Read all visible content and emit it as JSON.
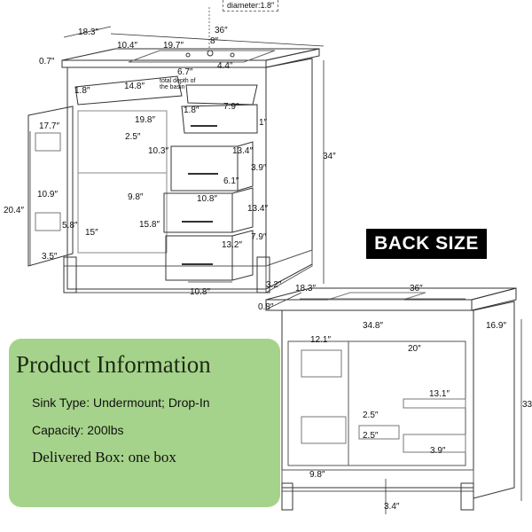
{
  "top_note": "diameter:1.8″",
  "front_dims": {
    "d_18_3": "18.3″",
    "d_36": "36″",
    "d_8": "8″",
    "d_10_4": "10.4″",
    "d_19_7": "19.7″",
    "d_0_7": "0.7″",
    "d_6_7": "6.7″",
    "d_4_4": "4.4″",
    "basin_note": "total depth of the basin",
    "d_1_8a": "1.8″",
    "d_14_8": "14.8″",
    "d_1_8b": "1.8″",
    "d_7_9a": "7.9″",
    "d_1": "1″",
    "d_19_8": "19.8″",
    "d_17_7": "17.7″",
    "d_2_5": "2.5″",
    "d_10_3": "10.3″",
    "d_13_4a": "13.4″",
    "d_3_9": "3.9″",
    "d_34": "34″",
    "d_6_1": "6.1″",
    "d_10_8a": "10.8″",
    "d_10_9": "10.9″",
    "d_9_8a": "9.8″",
    "d_20_4": "20.4″",
    "d_15_8": "15.8″",
    "d_13_4b": "13.4″",
    "d_5_8": "5.8″",
    "d_15": "15″",
    "d_7_9b": "7.9″",
    "d_13_2": "13.2″",
    "d_3_5": "3.5″",
    "d_10_8b": "10.8″",
    "d_3_2": "3.2″"
  },
  "back_label": "BACK SIZE",
  "back_dims": {
    "d_18_3": "18.3″",
    "d_36": "36″",
    "d_0_8": "0.8″",
    "d_34_8": "34.8″",
    "d_16_9": "16.9″",
    "d_12_1": "12.1″",
    "d_20": "20″",
    "d_13_1": "13.1″",
    "d_33": "33.",
    "d_2_5a": "2.5″",
    "d_2_5b": "2.5″",
    "d_3_9": "3.9″",
    "d_9_8": "9.8″",
    "d_3_4": "3.4″"
  },
  "info": {
    "title": "Product Information",
    "sink_type": "Sink Type: Undermount; Drop-In",
    "capacity": "Capacity: 200lbs",
    "delivered": "Delivered Box: one box"
  },
  "colors": {
    "panel_green": "#a6d38b",
    "label_black": "#000000"
  }
}
